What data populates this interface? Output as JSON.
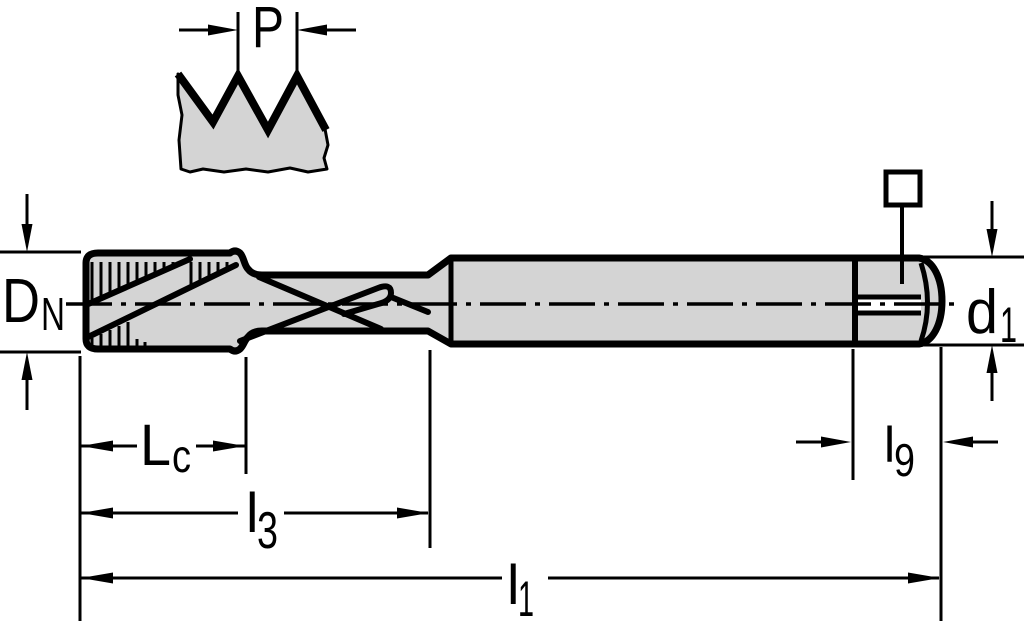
{
  "drawing": {
    "background": "#ffffff",
    "colors": {
      "line": "#000000",
      "fill": "#d4d4d4",
      "white": "#ffffff"
    },
    "labels": {
      "pitch": {
        "base": "P",
        "sub": ""
      },
      "nominal_diameter": {
        "base": "D",
        "sub": "N"
      },
      "shank_diameter": {
        "base": "d",
        "sub": "1"
      },
      "chamfer_length": {
        "base": "L",
        "sub": "c"
      },
      "thread_length": {
        "base": "l",
        "sub": "3"
      },
      "overall_length": {
        "base": "l",
        "sub": "1"
      },
      "square_length": {
        "base": "l",
        "sub": "9"
      }
    },
    "icons": {
      "square_drive": "square-symbol"
    }
  }
}
